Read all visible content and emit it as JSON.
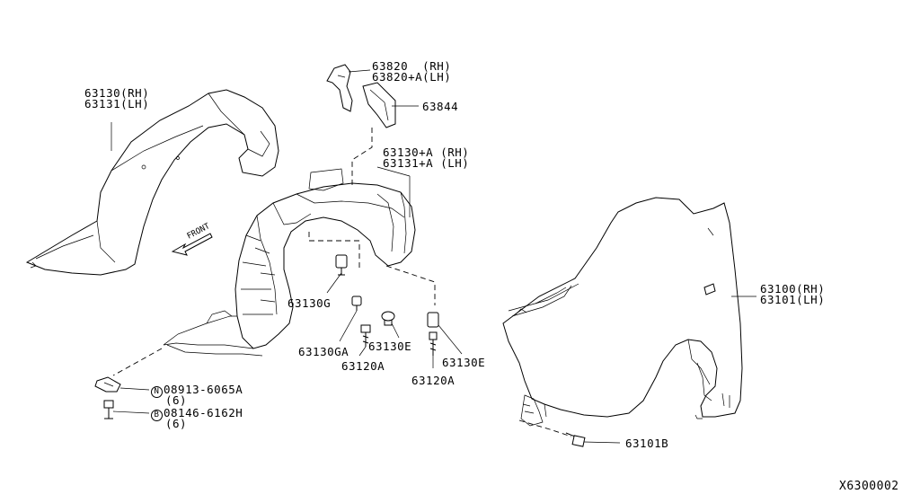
{
  "diagram_id": "X6300002",
  "front_label": "FRONT",
  "parts": {
    "p63130": {
      "rh": "63130(RH)",
      "lh": "63131(LH)"
    },
    "p63820": {
      "rh": "63820  (RH)",
      "lh": "63820+A(LH)"
    },
    "p63844": {
      "label": "63844"
    },
    "p63130a": {
      "rh": "63130+A (RH)",
      "lh": "63131+A (LH)"
    },
    "p63130g": {
      "label": "63130G"
    },
    "p63130ga": {
      "label": "63130GA"
    },
    "p63130e_left": {
      "label": "63130E"
    },
    "p63120a_left": {
      "label": "63120A"
    },
    "p63130e_right": {
      "label": "63130E"
    },
    "p63120a_right": {
      "label": "63120A"
    },
    "p08913": {
      "prefix": "N",
      "label": "08913-6065A",
      "qty": "(6)"
    },
    "p08146": {
      "prefix": "B",
      "label": "08146-6162H",
      "qty": "(6)"
    },
    "p63100": {
      "rh": "63100(RH)",
      "lh": "63101(LH)"
    },
    "p63101b": {
      "label": "63101B"
    }
  }
}
